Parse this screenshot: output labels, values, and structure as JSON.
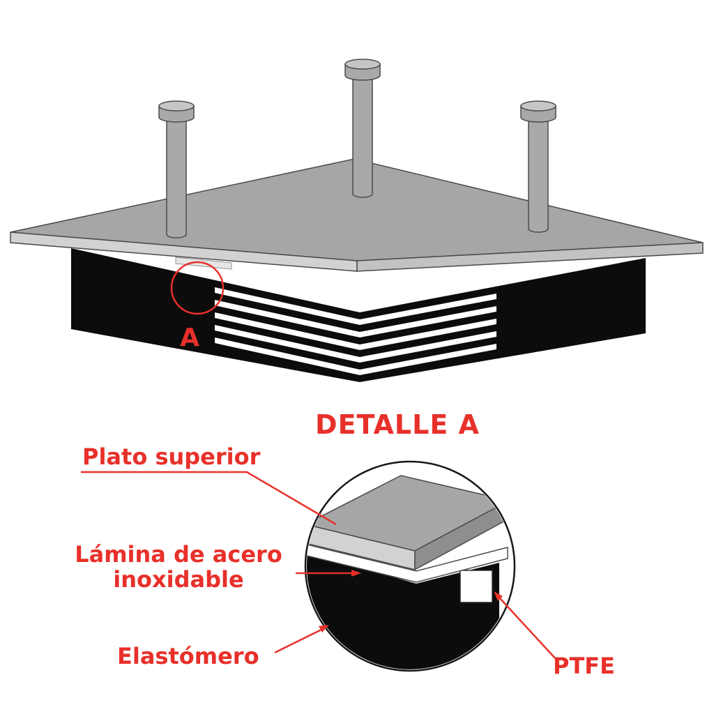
{
  "figure": {
    "detail_view": {
      "title": "DETALLE A"
    },
    "marker": {
      "label": "A"
    },
    "callouts": {
      "top_plate": {
        "label": "Plato superior"
      },
      "steel_sheet": {
        "label_line1": "Lámina de acero",
        "label_line2": "inoxidable"
      },
      "elastomer": {
        "label": "Elastómero"
      },
      "ptfe": {
        "label": "PTFE"
      }
    },
    "colors": {
      "annotation_red": "#e8302a",
      "plate_gray": "#a6a6a6",
      "plate_edge_light": "#d2d2d2",
      "metal_gray": "#a9a9a9",
      "metal_light": "#c6c6c6",
      "elastomer_black": "#0c0c0c",
      "sheet_white": "#ffffff",
      "outline_gray": "#4a4a4a"
    }
  }
}
